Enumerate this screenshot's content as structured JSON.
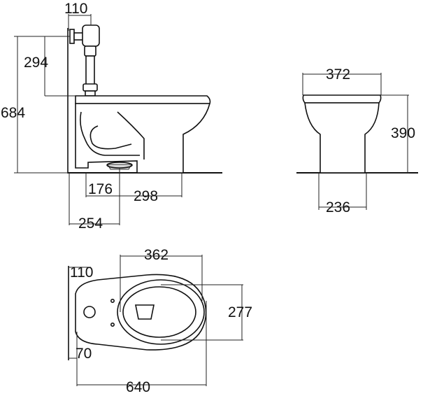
{
  "dimensions": {
    "side_wall_offset": "110",
    "side_rim_to_top": "294",
    "side_total_height": "684",
    "side_outlet_to_wall": "176",
    "side_outlet_to_front_foot": "298",
    "side_rough_in": "254",
    "front_bowl_width": "372",
    "front_height": "390",
    "front_foot_width": "236",
    "plan_bowl_length": "362",
    "plan_bowl_width": "277",
    "plan_wall_offset": "110",
    "plan_hole_offset": "70",
    "plan_total_length": "640"
  }
}
